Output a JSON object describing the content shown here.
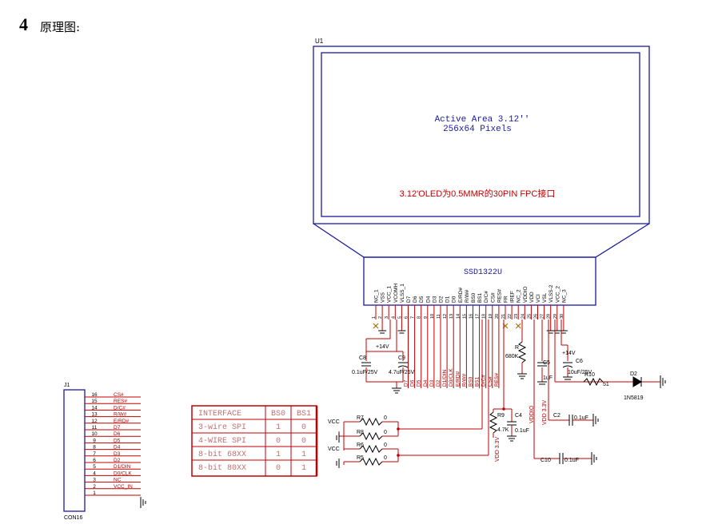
{
  "header": {
    "number": "4",
    "title": "原理图:"
  },
  "colors": {
    "wire": "#c00000",
    "part": "#000000",
    "net": "#b00000",
    "panel": "#1a1aa0",
    "table": "#c00000"
  },
  "panel": {
    "ref": "U1",
    "line1": "Active Area 3.12''",
    "line2": "256x64 Pixels",
    "note": "3.12'OLED为0.5MMR的30PIN FPC接口",
    "ic": "SSD1322U"
  },
  "pins": [
    {
      "n": "1",
      "name": "NC_1"
    },
    {
      "n": "2",
      "name": "VSS"
    },
    {
      "n": "3",
      "name": "VCC_1"
    },
    {
      "n": "4",
      "name": "VCOMH"
    },
    {
      "n": "5",
      "name": "VLSS_1"
    },
    {
      "n": "6",
      "name": "D7"
    },
    {
      "n": "7",
      "name": "D6"
    },
    {
      "n": "8",
      "name": "D5"
    },
    {
      "n": "9",
      "name": "D4"
    },
    {
      "n": "10",
      "name": "D3"
    },
    {
      "n": "11",
      "name": "D2"
    },
    {
      "n": "12",
      "name": "D1"
    },
    {
      "n": "13",
      "name": "D0"
    },
    {
      "n": "14",
      "name": "E/RD#"
    },
    {
      "n": "15",
      "name": "R/W#"
    },
    {
      "n": "16",
      "name": "BS0"
    },
    {
      "n": "17",
      "name": "BS1"
    },
    {
      "n": "18",
      "name": "D/C#"
    },
    {
      "n": "19",
      "name": "CS#"
    },
    {
      "n": "20",
      "name": "RES#"
    },
    {
      "n": "21",
      "name": "FR"
    },
    {
      "n": "22",
      "name": "IREF"
    },
    {
      "n": "23",
      "name": "NC_2"
    },
    {
      "n": "24",
      "name": "VDDIO"
    },
    {
      "n": "25",
      "name": "VDD"
    },
    {
      "n": "26",
      "name": "VCI"
    },
    {
      "n": "27",
      "name": "VSL"
    },
    {
      "n": "28",
      "name": "VLSS-2"
    },
    {
      "n": "29",
      "name": "VCC_2"
    },
    {
      "n": "30",
      "name": "NC_3"
    }
  ],
  "bus_nets": [
    "D7",
    "D6",
    "D5",
    "D4",
    "D3",
    "D2",
    "D1/DIN",
    "D0/CLK",
    "E/RD#",
    "R/W#",
    "BS0",
    "BS1",
    "D/C#",
    "CS#",
    "RES#"
  ],
  "parts": {
    "c8": "C8",
    "c8v": "0.1uF/25V",
    "c9": "C9",
    "c9v": "4.7uF/25V",
    "p14a": "+14V",
    "r": "R",
    "rv": "680K",
    "c5": "C5",
    "c5v": "1uF",
    "p14b": "+14V",
    "c6": "C6",
    "c6v": "10uF/25V",
    "r10": "R10",
    "r10v": "51",
    "d2": "D2",
    "d2v": "1N5819",
    "c2": "C2",
    "c2v": "0.1uF",
    "c10": "C10",
    "c10v": "0.1uF",
    "vdd33a": "VDD 3.3V",
    "vddio": "VDDIO",
    "r9": "R9",
    "r9v": "4.7K",
    "c4": "C4",
    "c4v": "0.1uF",
    "vdd33b": "VDD 3.3V",
    "vcc1": "VCC",
    "vcc2": "VCC",
    "r7": "R7",
    "r7v": "0",
    "r8": "R8",
    "r8v": "0",
    "r6": "R6",
    "r6v": "0",
    "r5": "R5",
    "r5v": "0"
  },
  "table": {
    "headers": [
      "INTERFACE",
      "BS0",
      "BS1"
    ],
    "rows": [
      [
        "3-wire SPI",
        "1",
        "0"
      ],
      [
        "4-WIRE SPI",
        "0",
        "0"
      ],
      [
        "8-bit 68XX",
        "1",
        "1"
      ],
      [
        "8-bit 80XX",
        "0",
        "1"
      ]
    ]
  },
  "connector": {
    "ref": "J1",
    "part": "CON16",
    "pins": [
      {
        "n": "16",
        "label": "CS#"
      },
      {
        "n": "15",
        "label": "RES#"
      },
      {
        "n": "14",
        "label": "D/C#"
      },
      {
        "n": "13",
        "label": "R/W#"
      },
      {
        "n": "12",
        "label": "E/RD#"
      },
      {
        "n": "11",
        "label": "D7"
      },
      {
        "n": "10",
        "label": "D6"
      },
      {
        "n": "9",
        "label": "D5"
      },
      {
        "n": "8",
        "label": "D4"
      },
      {
        "n": "7",
        "label": "D3"
      },
      {
        "n": "6",
        "label": "D2"
      },
      {
        "n": "5",
        "label": "D1/DIN"
      },
      {
        "n": "4",
        "label": "D0/CLK"
      },
      {
        "n": "3",
        "label": "NC"
      },
      {
        "n": "2",
        "label": "VCC_IN"
      },
      {
        "n": "1",
        "label": ""
      }
    ]
  }
}
